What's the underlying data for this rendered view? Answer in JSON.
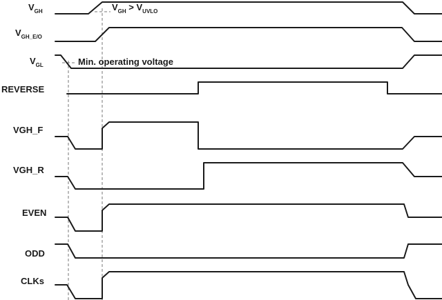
{
  "signals": [
    {
      "key": "vgh",
      "name": "V",
      "sub": "GH"
    },
    {
      "key": "vghe",
      "name": "V",
      "sub": "GH_E/O"
    },
    {
      "key": "vgl",
      "name": "V",
      "sub": "GL"
    },
    {
      "key": "rev",
      "name": "REVERSE",
      "sub": ""
    },
    {
      "key": "vghf",
      "name": "VGH_F",
      "sub": ""
    },
    {
      "key": "vghr",
      "name": "VGH_R",
      "sub": ""
    },
    {
      "key": "even",
      "name": "EVEN",
      "sub": ""
    },
    {
      "key": "odd",
      "name": "ODD",
      "sub": ""
    },
    {
      "key": "clks",
      "name": "CLKs",
      "sub": ""
    }
  ],
  "annotations": {
    "uvlo": {
      "v": "V",
      "gh": "GH",
      "gt": " > V",
      "uvlo": "UVLO"
    },
    "min_voltage": "Min. operating voltage"
  }
}
